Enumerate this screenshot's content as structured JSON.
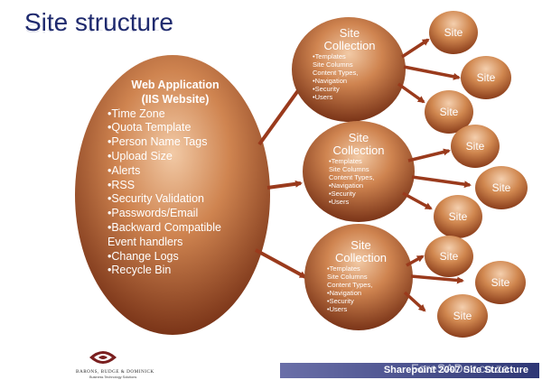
{
  "title": "Site structure",
  "web_application": {
    "heading_line1": "Web Application",
    "heading_line2": "(IIS Website)",
    "items": [
      "•Time Zone",
      "•Quota Template",
      "•Person Name Tags",
      "•Upload Size",
      "•Alerts",
      "•RSS",
      "•Security Validation",
      "•Passwords/Email",
      "•Backward Compatible",
      "Event handlers",
      "•Change Logs",
      "•Recycle Bin"
    ]
  },
  "site_collections": [
    {
      "title_line1": "Site",
      "title_line2": "Collection",
      "items": [
        "•Templates",
        "Site Columns",
        "Content Types,",
        "•Navigation",
        "•Security",
        "•Users"
      ],
      "sites": [
        "Site",
        "Site",
        "Site"
      ]
    },
    {
      "title_line1": "Site",
      "title_line2": "Collection",
      "items": [
        "•Templates",
        "Site Columns",
        "Content Types,",
        "•Navigation",
        "•Security",
        "•Users"
      ],
      "sites": [
        "Site",
        "Site",
        "Site"
      ]
    },
    {
      "title_line1": "Site",
      "title_line2": "Collection",
      "items": [
        "•Templates",
        "Site Columns",
        "Content Types,",
        "•Navigation",
        "•Security",
        "•Users"
      ],
      "sites": [
        "Site",
        "Site",
        "Site"
      ]
    }
  ],
  "logo": {
    "name": "BARONS, BUDGE & DOMINICK",
    "tagline": "Business Technology Solutions"
  },
  "footer": {
    "text": "Sharepoint 2007 Site Structure",
    "watermark": "ForeSADev.co.za"
  },
  "colors": {
    "bubble_light": "#f0c4a0",
    "bubble_mid": "#c97a45",
    "bubble_dark": "#7a3418",
    "arrow": "#9a3a1c",
    "title": "#1f2a6e"
  }
}
